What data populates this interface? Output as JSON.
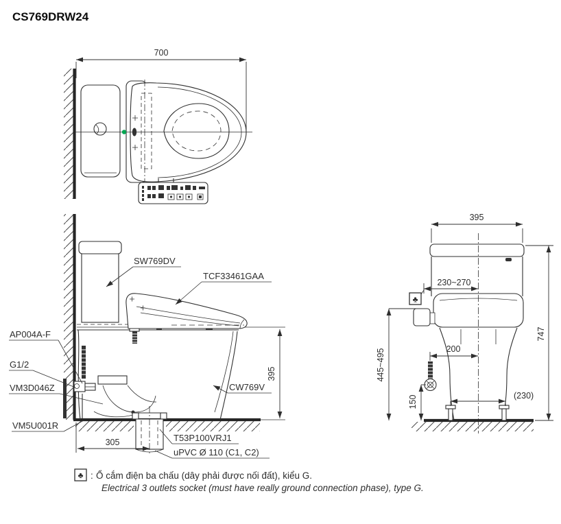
{
  "title": "CS769DRW24",
  "top_view": {
    "width_dim": "700"
  },
  "side_view": {
    "part_labels": {
      "cistern": "SW769DV",
      "washlet": "TCF33461GAA",
      "stop_valve": "AP004A-F",
      "thread": "G1/2",
      "hose": "VM3D046Z",
      "outlet_socket": "VM5U001R",
      "bowl": "CW769V",
      "flange": "T53P100VRJ1",
      "drain_pipe": "uPVC Ø 110 (C1, C2)"
    },
    "dims": {
      "rim_height": "395",
      "outlet_offset": "305"
    }
  },
  "rear_view": {
    "dims": {
      "tank_width": "395",
      "supply_height_range": "230~270",
      "total_height": "747",
      "lid_height_range": "445~495",
      "supply_side_offset": "200",
      "valve_height": "150",
      "bolt_spacing": "(230)"
    }
  },
  "legend": {
    "separator": ":",
    "vi": "Ổ cắm điện ba chấu (dây phải được nối đất), kiểu G.",
    "en": "Electrical 3 outlets socket (must have really ground connection phase), type G."
  },
  "icons": {
    "socket_symbol": "♣"
  },
  "colors": {
    "line": "#2f2f2f",
    "accent_green": "#00a651"
  }
}
